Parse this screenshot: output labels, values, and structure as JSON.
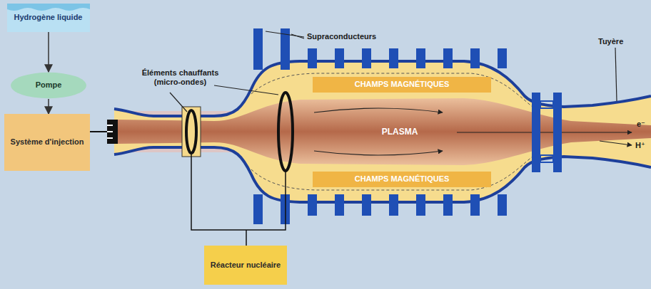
{
  "diagram": {
    "nodes": [
      {
        "text": [
          "Hydrogène liquide"
        ]
      },
      {
        "text": [
          "Pompe"
        ]
      },
      {
        "text": [
          "Système d'injection"
        ]
      },
      {
        "text": [
          "CHAMPS MAGNÉTIQUES"
        ]
      },
      {
        "text": [
          "CHAMPS MAGNÉTIQUES"
        ]
      },
      {
        "text": [
          "Réacteur nucléaire"
        ]
      }
    ],
    "edges": [
      {
        "from": 0,
        "to": 1,
        "arrow": "to"
      },
      {
        "from": 1,
        "to": 2,
        "arrow": "to"
      }
    ],
    "labels": [
      "Éléments chauffants (micro-ondes)",
      "Supraconducteurs",
      "PLASMA",
      "Tuyère",
      "e⁻",
      "H⁺"
    ]
  }
}
